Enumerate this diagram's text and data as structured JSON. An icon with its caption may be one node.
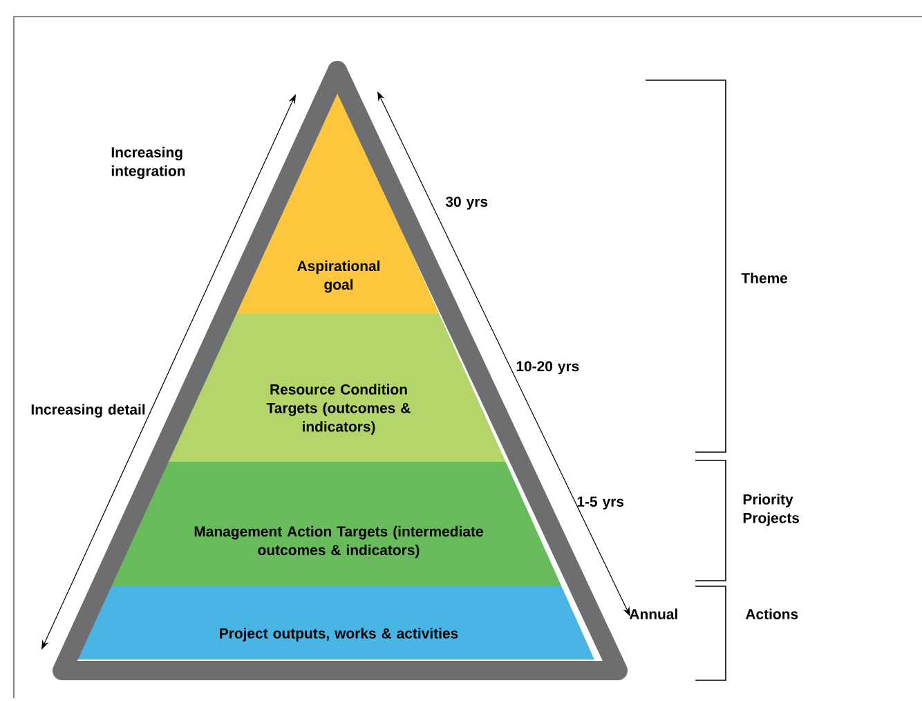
{
  "diagram": {
    "nodes": [
      {
        "text": [
          "Aspirational goal"
        ]
      },
      {
        "text": [
          "Resource Condition Targets (outcomes & indicators)"
        ]
      },
      {
        "text": [
          "Management Action Targets (intermediate outcomes & indicators)"
        ]
      },
      {
        "text": [
          "Project outputs, works & activities"
        ]
      }
    ],
    "labels": [
      "Increasing integration",
      "30 yrs",
      "Theme",
      "10-20 yrs",
      "Increasing detail",
      "1-5 yrs",
      "Priority Projects",
      "Annual",
      "Actions"
    ]
  }
}
